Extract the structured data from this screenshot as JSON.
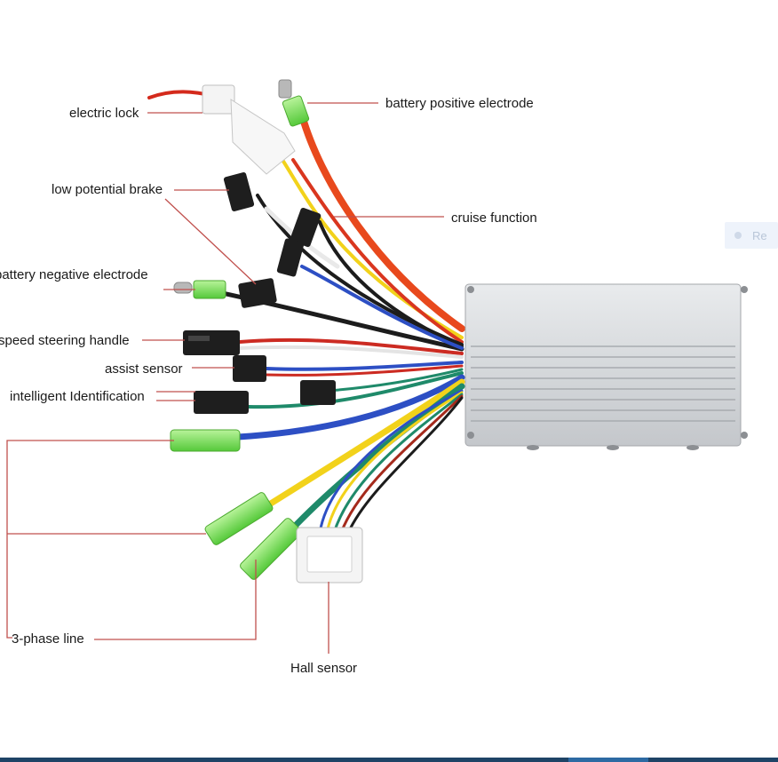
{
  "diagram": {
    "labels": {
      "electric_lock": "electric lock",
      "battery_positive": "battery positive electrode",
      "low_potential_brake": "low potential brake",
      "cruise_function": "cruise function",
      "battery_negative": "battery negative electrode",
      "speed_steering_handle": "speed steering handle",
      "assist_sensor": "assist sensor",
      "intelligent_identification": "intelligent Identification",
      "three_phase_line": "3-phase line",
      "hall_sensor": "Hall sensor"
    },
    "leader_color": "#c0504d",
    "wire_colors": {
      "red": "#e8491d",
      "yellow": "#f2d21b",
      "green": "#1f8a6a",
      "blue": "#2d4fc4",
      "black": "#1c1c1c",
      "white": "#e9e9e9"
    },
    "connector_color": "#7be05a",
    "housing_color": "#d7d9dc"
  },
  "side_chip": {
    "text": "Re"
  }
}
